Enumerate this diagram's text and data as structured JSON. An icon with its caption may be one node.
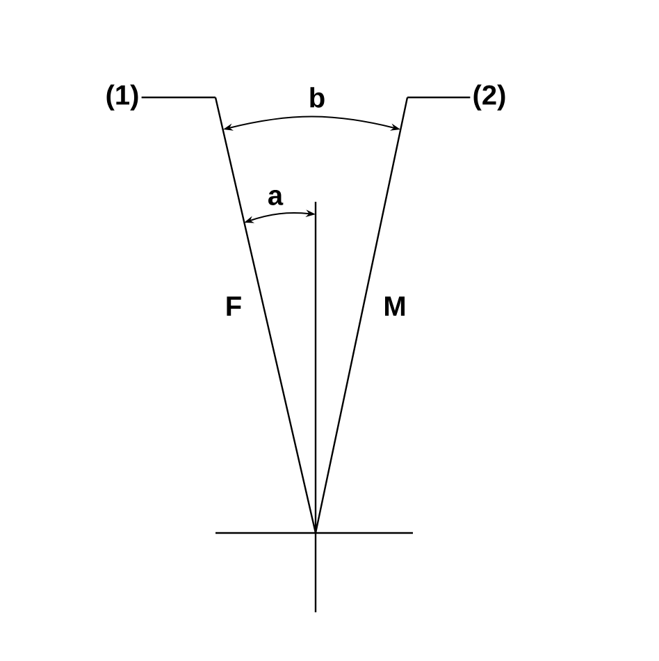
{
  "diagram": {
    "nodes": [
      {
        "text": [
          "(1)"
        ]
      },
      {
        "text": [
          "(2)"
        ]
      }
    ],
    "edges": [
      {
        "from": 0,
        "to": null,
        "arrow": "none"
      },
      {
        "from": 1,
        "to": null,
        "arrow": "none"
      }
    ],
    "labels": [
      "b",
      "a",
      "F",
      "M"
    ]
  }
}
